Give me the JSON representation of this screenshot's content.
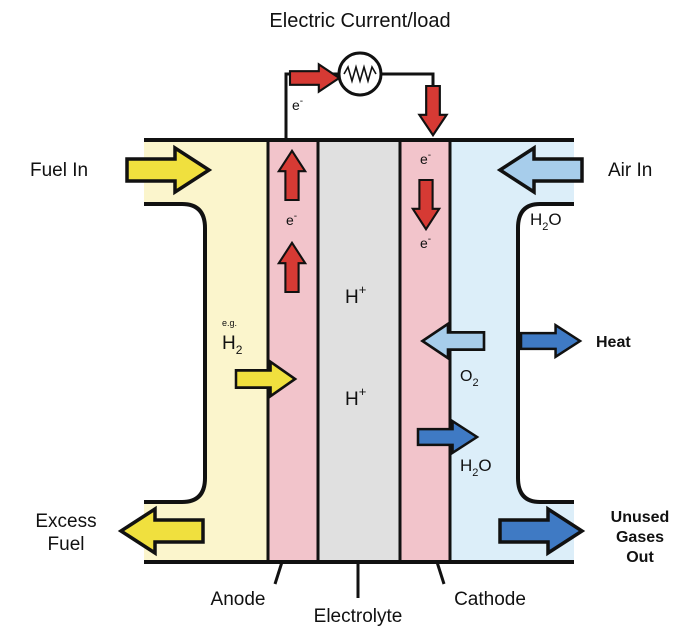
{
  "title": "Electric Current/load",
  "labels": {
    "fuel_in": "Fuel In",
    "air_in": "Air In",
    "excess_fuel_line1": "Excess",
    "excess_fuel_line2": "Fuel",
    "unused_line1": "Unused",
    "unused_line2": "Gases",
    "unused_line3": "Out",
    "heat": "Heat",
    "anode": "Anode",
    "electrolyte": "Electrolyte",
    "cathode": "Cathode",
    "eg": "e.g.",
    "h2_main": "H",
    "h2_sub": "2",
    "o2_main": "O",
    "o2_sub": "2",
    "h2o_main_a": "H",
    "h2o_sub_a": "2",
    "h2o_tail_a": "O",
    "h2o_main_b": "H",
    "h2o_sub_b": "2",
    "h2o_tail_b": "O",
    "proton_main": "H",
    "proton_sup": "+",
    "electron_main": "e",
    "electron_sup": "-"
  },
  "colors": {
    "fuel_region": "#fbf5cc",
    "anode": "#f2c4cb",
    "electrolyte": "#e0e0e0",
    "cathode": "#f2c4cb",
    "air_region": "#dceef9",
    "yellow_arrow": "#f0e03e",
    "red_arrow": "#d63a34",
    "light_blue_arrow": "#a7cdeb",
    "blue_arrow": "#3f7ac4",
    "outline": "#111111"
  },
  "icons": {
    "load": "resistor-load-icon"
  }
}
